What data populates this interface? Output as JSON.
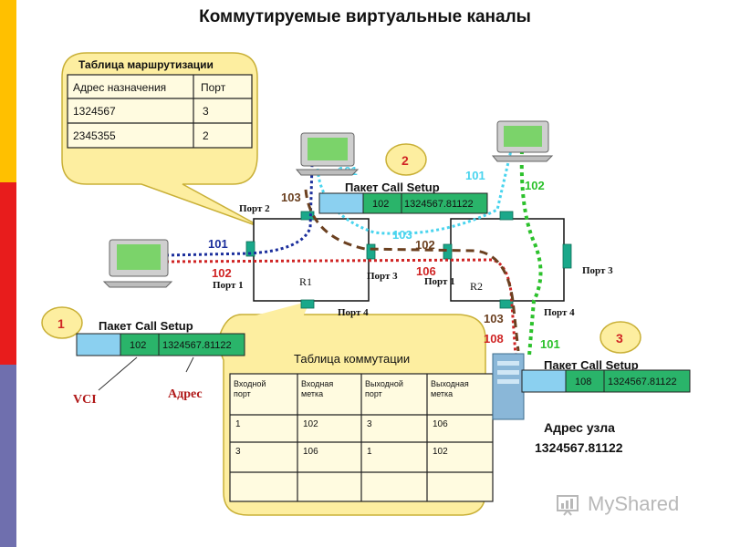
{
  "title": "Коммутируемые виртуальные каналы",
  "routing_table": {
    "caption": "Таблица маршрутизации",
    "headers": [
      "Адрес назначения",
      "Порт"
    ],
    "rows": [
      [
        "1324567",
        "3"
      ],
      [
        "2345355",
        "2"
      ]
    ]
  },
  "routers": [
    {
      "name": "R1"
    },
    {
      "name": "R2"
    }
  ],
  "port_labels": {
    "r1_port2": "Порт 2",
    "r1_port1": "Порт 1",
    "r1_port3": "Порт 3",
    "r1_port4": "Порт 4",
    "r2_port1": "Порт 1",
    "r2_port3": "Порт 3",
    "r2_port4": "Порт 4"
  },
  "step_badges": [
    "1",
    "2",
    "3"
  ],
  "packets": [
    {
      "label": "Пакет Call Setup",
      "vci": "102",
      "address": "1324567.81122"
    },
    {
      "label": "Пакет Call Setup",
      "vci": "102",
      "address": "1324567.81122"
    },
    {
      "label": "Пакет Call Setup",
      "vci": "108",
      "address": "1324567.81122"
    }
  ],
  "channel_labels": {
    "left_blue": "101",
    "left_red": "102",
    "top_brown": "103",
    "top_cyan_left": "101",
    "mid_cyan": "103",
    "mid_brown": "102",
    "mid_red": "106",
    "top_cyan_right": "101",
    "top_green": "102",
    "right_brown": "103",
    "right_red": "108",
    "right_green": "101"
  },
  "annotations": {
    "vci": "VCI",
    "address": "Адрес"
  },
  "switching_table": {
    "caption": "Таблица коммутации",
    "headers": [
      "Входной порт",
      "Входная метка",
      "Выходной порт",
      "Выходная метка"
    ],
    "rows": [
      [
        "1",
        "102",
        "3",
        "106"
      ],
      [
        "3",
        "106",
        "1",
        "102"
      ]
    ]
  },
  "node_address": {
    "label": "Адрес узла",
    "value": "1324567.81122"
  },
  "watermark": "MyShared",
  "colors": {
    "bubble": "#fdeea0",
    "bubble_border": "#c9b037",
    "packet_vci": "#2ab46a",
    "packet_left": "#8bd0f0",
    "channel_blue": "#1c2f9c",
    "channel_red": "#d02525",
    "channel_brown": "#6b4020",
    "channel_cyan": "#49d4ee",
    "channel_green": "#2cc12c",
    "port": "#1aa88a"
  }
}
